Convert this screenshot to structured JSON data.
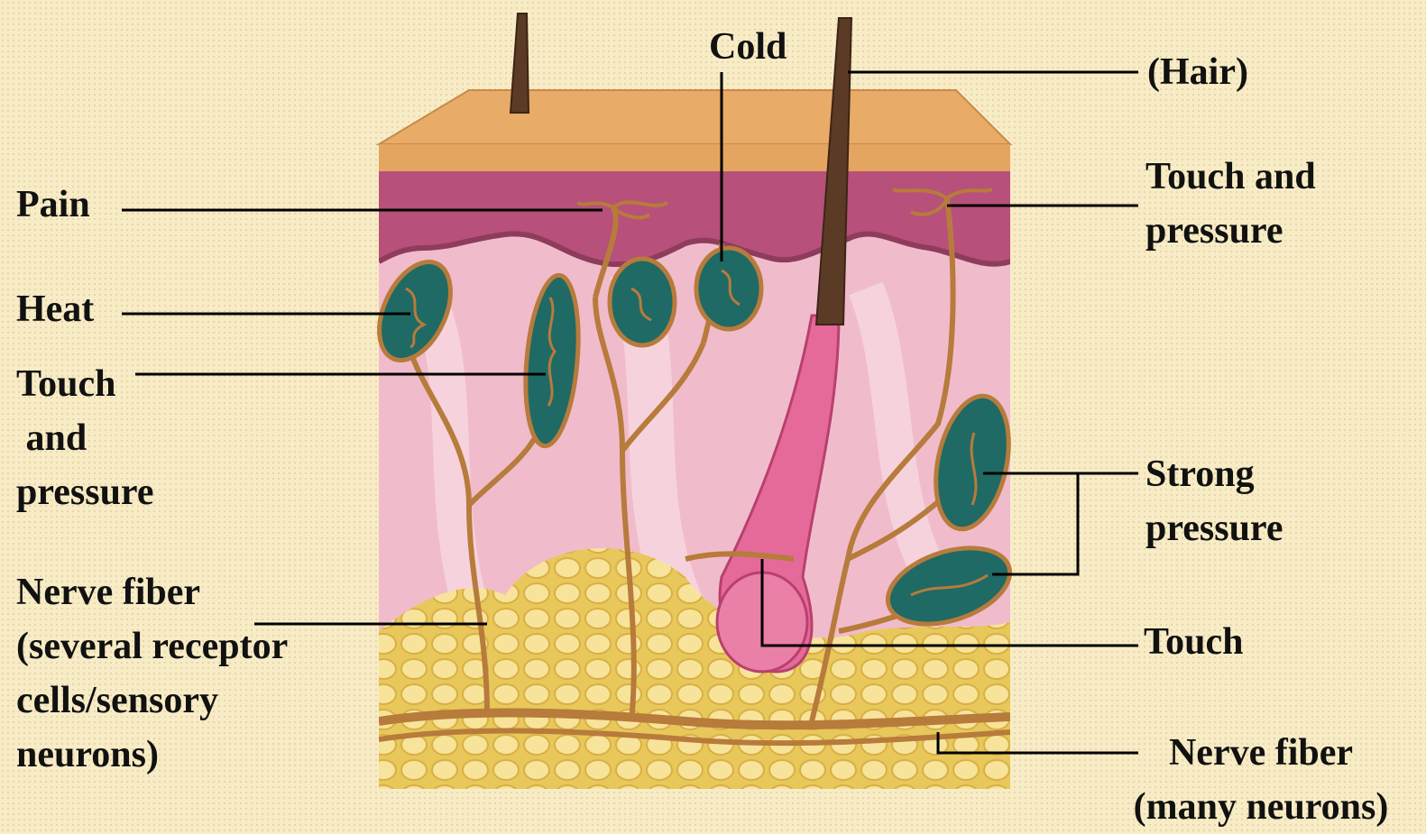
{
  "diagram": {
    "labels": {
      "cold": "Cold",
      "hair": "(Hair)",
      "pain": "Pain",
      "heat": "Heat",
      "touch_pressure_left": "Touch\n and\npressure",
      "touch_pressure_right": "Touch and\npressure",
      "strong_pressure": "Strong\npressure",
      "touch": "Touch",
      "nerve_fiber_left": "Nerve fiber\n(several receptor\ncells/sensory\nneurons)",
      "nerve_fiber_right": "Nerve fiber\n(many neurons)"
    },
    "colors": {
      "background": "#f7ecc6",
      "epidermis": "#e3a560",
      "dermis_upper": "#b7507a",
      "dermis": "#f0bccb",
      "fat": "#f2d87a",
      "receptor": "#1f6a64",
      "nerve": "#b77b3c",
      "hair": "#5b3b25",
      "leader_line": "#000000"
    }
  }
}
